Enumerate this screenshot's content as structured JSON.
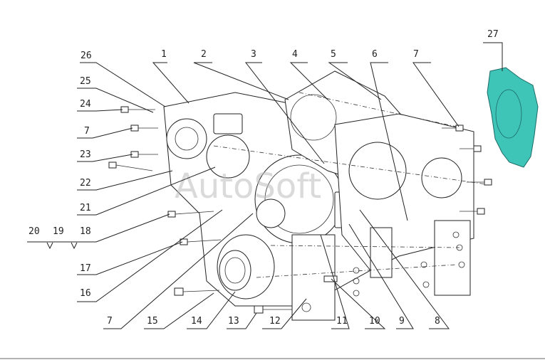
{
  "diagram": {
    "callouts": [
      "26",
      "25",
      "24",
      "7",
      "23",
      "22",
      "21",
      "20",
      "19",
      "18",
      "17",
      "16",
      "7",
      "15",
      "14",
      "13",
      "12",
      "11",
      "10",
      "9",
      "8",
      "7",
      "6",
      "5",
      "4",
      "3",
      "2",
      "1",
      "27"
    ],
    "watermark": "AutoSoft",
    "colors": {
      "highlight_part": "#3fc4b8",
      "line": "#222222",
      "background": "#ffffff"
    }
  }
}
